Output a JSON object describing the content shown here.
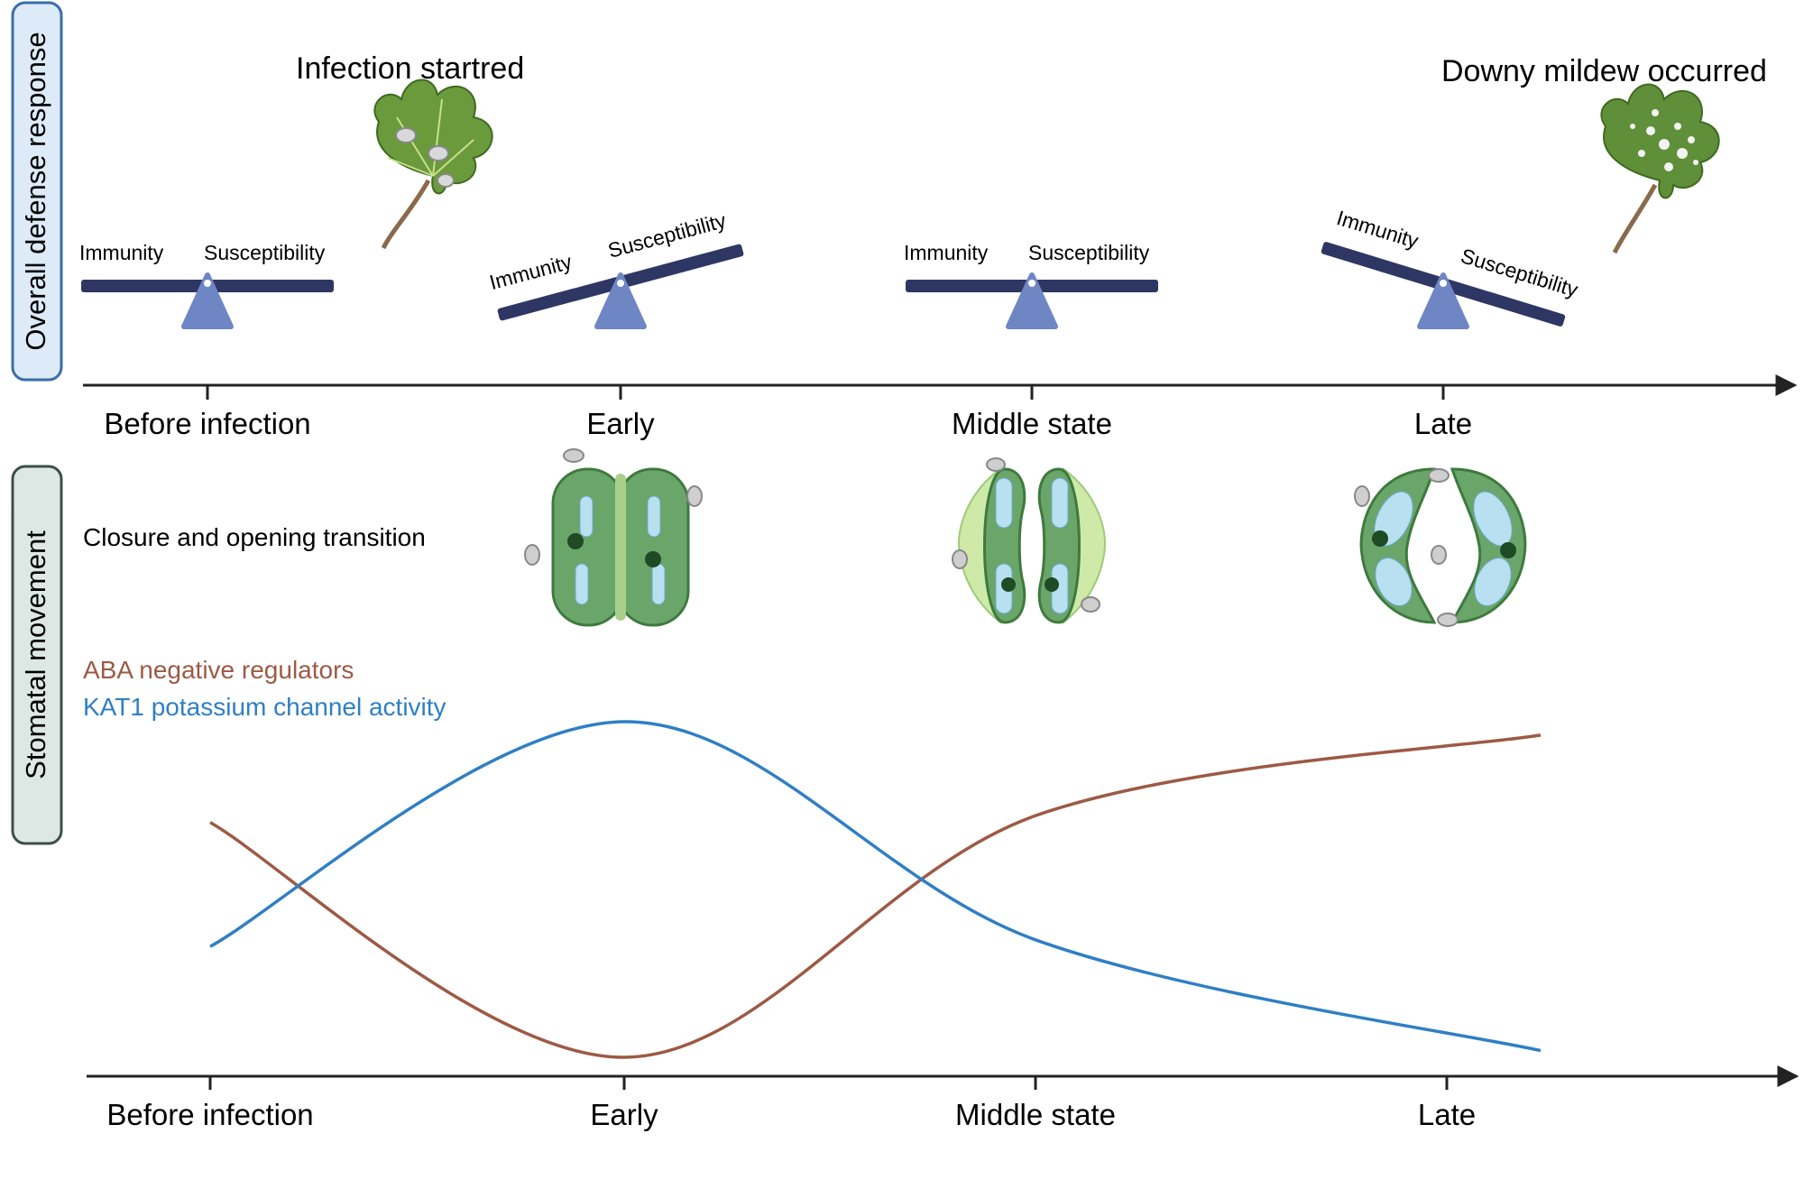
{
  "panels": {
    "top_label": "Overall defense response",
    "bottom_label": "Stomatal movement"
  },
  "annotations": {
    "infection_started": "Infection startred",
    "downy_mildew": "Downy mildew occurred",
    "stomata_caption": "Closure and opening transition"
  },
  "balance": {
    "immunity": "Immunity",
    "susceptibility": "Susceptibility",
    "states": [
      {
        "stage": "Before infection",
        "tilt": "level"
      },
      {
        "stage": "Early",
        "tilt": "immunity-heavy"
      },
      {
        "stage": "Middle state",
        "tilt": "level"
      },
      {
        "stage": "Late",
        "tilt": "susceptibility-heavy"
      }
    ]
  },
  "stages": [
    "Before infection",
    "Early",
    "Middle state",
    "Late"
  ],
  "stomata": [
    {
      "stage": "Early",
      "state": "closed"
    },
    {
      "stage": "Middle state",
      "state": "partly-open"
    },
    {
      "stage": "Late",
      "state": "open"
    }
  ],
  "colors": {
    "aba": "#9c5a45",
    "kat1": "#2f7fc4",
    "balance_bar": "#2e3763",
    "fulcrum": "#6f86c4",
    "top_panel_fill": "#ddeaf7",
    "top_panel_border": "#3a6ea8",
    "bottom_panel_fill": "#dde8e4",
    "bottom_panel_border": "#3c4f4a"
  },
  "chart_data": {
    "type": "line",
    "x": [
      "Before infection",
      "Early",
      "Middle state",
      "Late"
    ],
    "series": [
      {
        "name": "ABA negative regulators",
        "values": [
          0.7,
          0.0,
          0.72,
          0.96
        ]
      },
      {
        "name": "KAT1 potassium channel activity",
        "values": [
          0.33,
          1.0,
          0.35,
          0.02
        ]
      }
    ],
    "ylim": [
      0,
      1
    ],
    "legend": "top-left"
  }
}
